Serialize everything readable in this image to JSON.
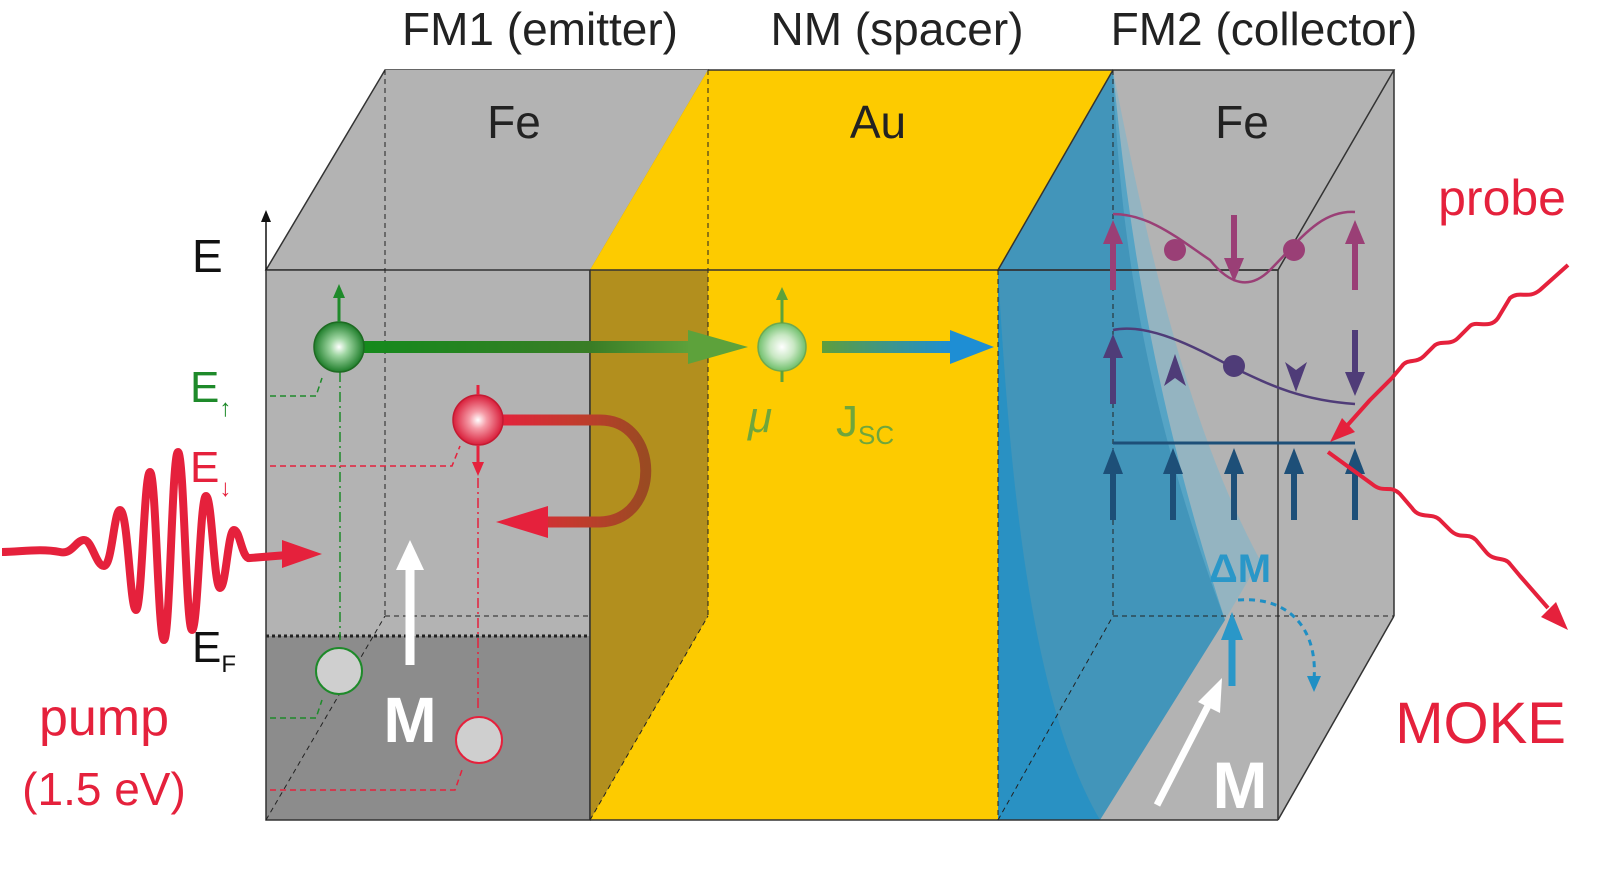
{
  "headers": {
    "fm1": "FM1 (emitter)",
    "nm": "NM (spacer)",
    "fm2": "FM2 (collector)"
  },
  "materials": {
    "left": "Fe",
    "middle": "Au",
    "right": "Fe"
  },
  "energy": {
    "axis": "E",
    "e_up_main": "E",
    "e_up_sub": "↑",
    "e_down_main": "E",
    "e_down_sub": "↓",
    "ef_main": "E",
    "ef_sub": "F"
  },
  "labels": {
    "mu": "μ",
    "jsc_main": "J",
    "jsc_sub": "SC",
    "magnetization_left": "M",
    "magnetization_right": "M",
    "delta_m": "ΔM",
    "probe": "probe",
    "moke": "MOKE",
    "pump": "pump",
    "pump_energy": "(1.5 eV)"
  },
  "colors": {
    "fe_gray": "#b3b3b3",
    "fe_dark": "#8c8c8c",
    "au_gold": "#fdcb00",
    "au_shadow": "#b28f1e",
    "spin_up_green": "#1e8a2a",
    "spin_down_red": "#e5213c",
    "current_blue": "#1f8fc4",
    "magnon_purple": "#9a3f76",
    "magnon_violet": "#4f3c78",
    "magnon_navy": "#1d4f78",
    "dm_blue": "#2a97c8"
  }
}
